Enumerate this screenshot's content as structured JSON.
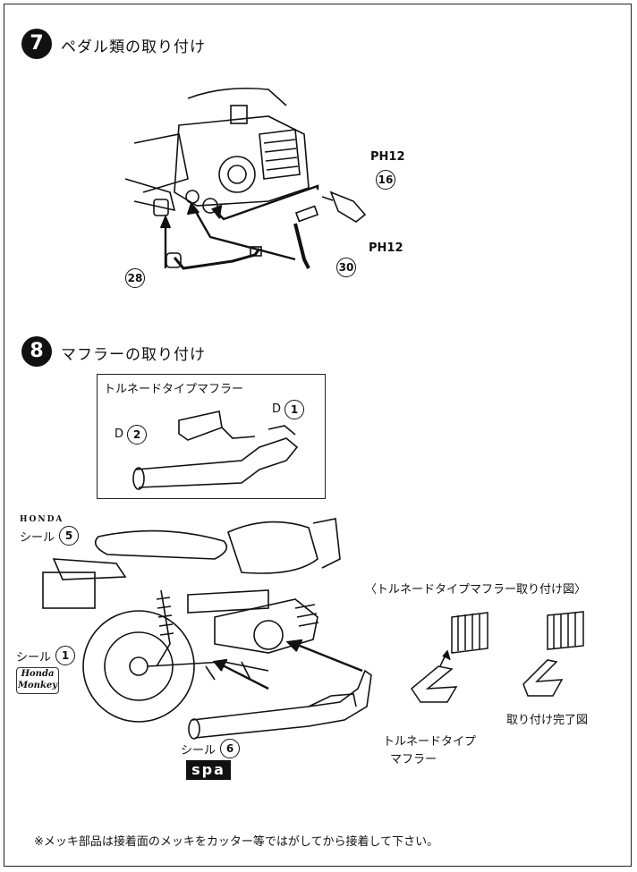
{
  "step7": {
    "number": "7",
    "title": "ペダル類の取り付け",
    "parts": {
      "p28": "28",
      "p30": "30",
      "p16": "16",
      "ph_a": "PH12",
      "ph_b": "PH12"
    }
  },
  "step8": {
    "number": "8",
    "title": "マフラーの取り付け",
    "box_title": "トルネードタイプマフラー",
    "d1_letter": "D",
    "d1_num": "1",
    "d2_letter": "D",
    "d2_num": "2",
    "seal5": "シール",
    "seal5_num": "5",
    "seal1": "シール",
    "seal1_num": "1",
    "seal6": "シール",
    "seal6_num": "6",
    "detail_title": "〈トルネードタイプマフラー取り付け図〉",
    "muffler_label_line1": "トルネードタイプ",
    "muffler_label_line2": "マフラー",
    "complete_label": "取り付け完了図"
  },
  "logos": {
    "honda": "HONDA",
    "monkey": "Honda Monkey",
    "spa": "spa"
  },
  "footer_note": "※メッキ部品は接着面のメッキをカッター等ではがしてから接着して下さい。"
}
